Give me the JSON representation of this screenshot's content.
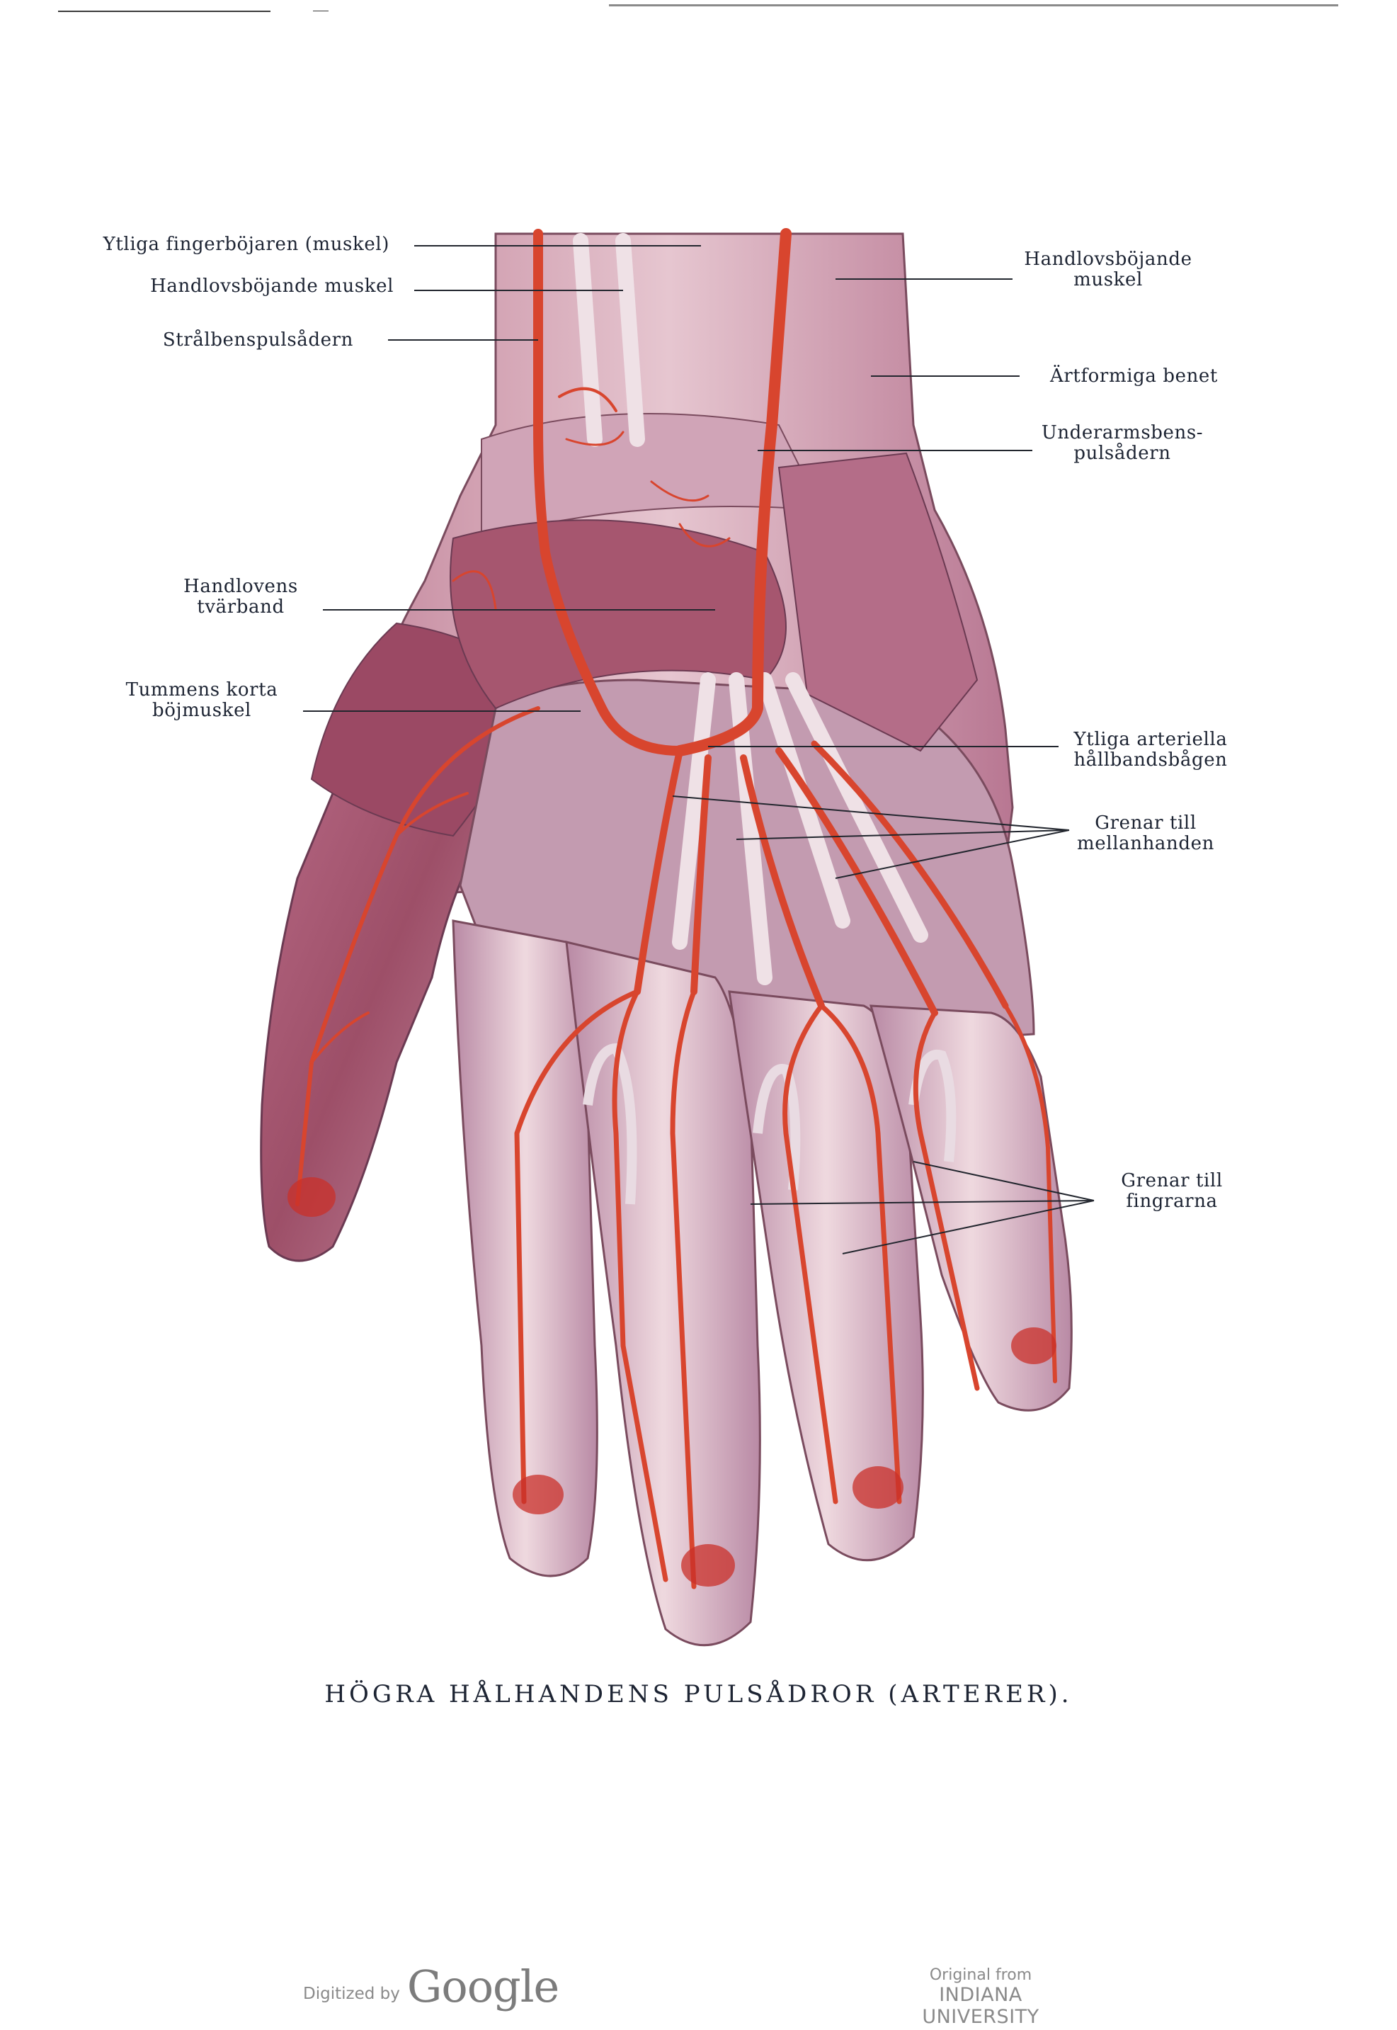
{
  "labels": {
    "ytliga_fingerbojaren": "Ytliga fingerböjaren (muskel)",
    "handlovsbojande_muskel_left": "Handlovsböjande muskel",
    "stralbenspulsadern": "Strålbenspulsådern",
    "handlovsbojande_right_1": "Handlovsböjande",
    "handlovsbojande_right_2": "muskel",
    "artformiga_benet": "Ärtformiga benet",
    "underarmsbens_1": "Underarmsbens-",
    "underarmsbens_2": "pulsådern",
    "handlovens_1": "Handlovens",
    "handlovens_2": "tvärband",
    "tummens_1": "Tummens korta",
    "tummens_2": "böjmuskel",
    "ytliga_arteriella_1": "Ytliga arteriella",
    "ytliga_arteriella_2": "hållbandsbågen",
    "grenar_mellan_1": "Grenar till",
    "grenar_mellan_2": "mellanhanden",
    "grenar_fingrarna_1": "Grenar till",
    "grenar_fingrarna_2": "fingrarna"
  },
  "caption": "HÖGRA HÅLHANDENS PULSÅDROR (ARTERER).",
  "footer": {
    "digitized_by": "Digitized by",
    "google": "Google",
    "original_from": "Original from",
    "university": "INDIANA UNIVERSITY"
  },
  "colors": {
    "artery": "#d8452e",
    "muscle": "#a8576e",
    "tendon": "#e7d2dc",
    "skin": "#cf9fb2",
    "label_ink": "#1d2433"
  }
}
